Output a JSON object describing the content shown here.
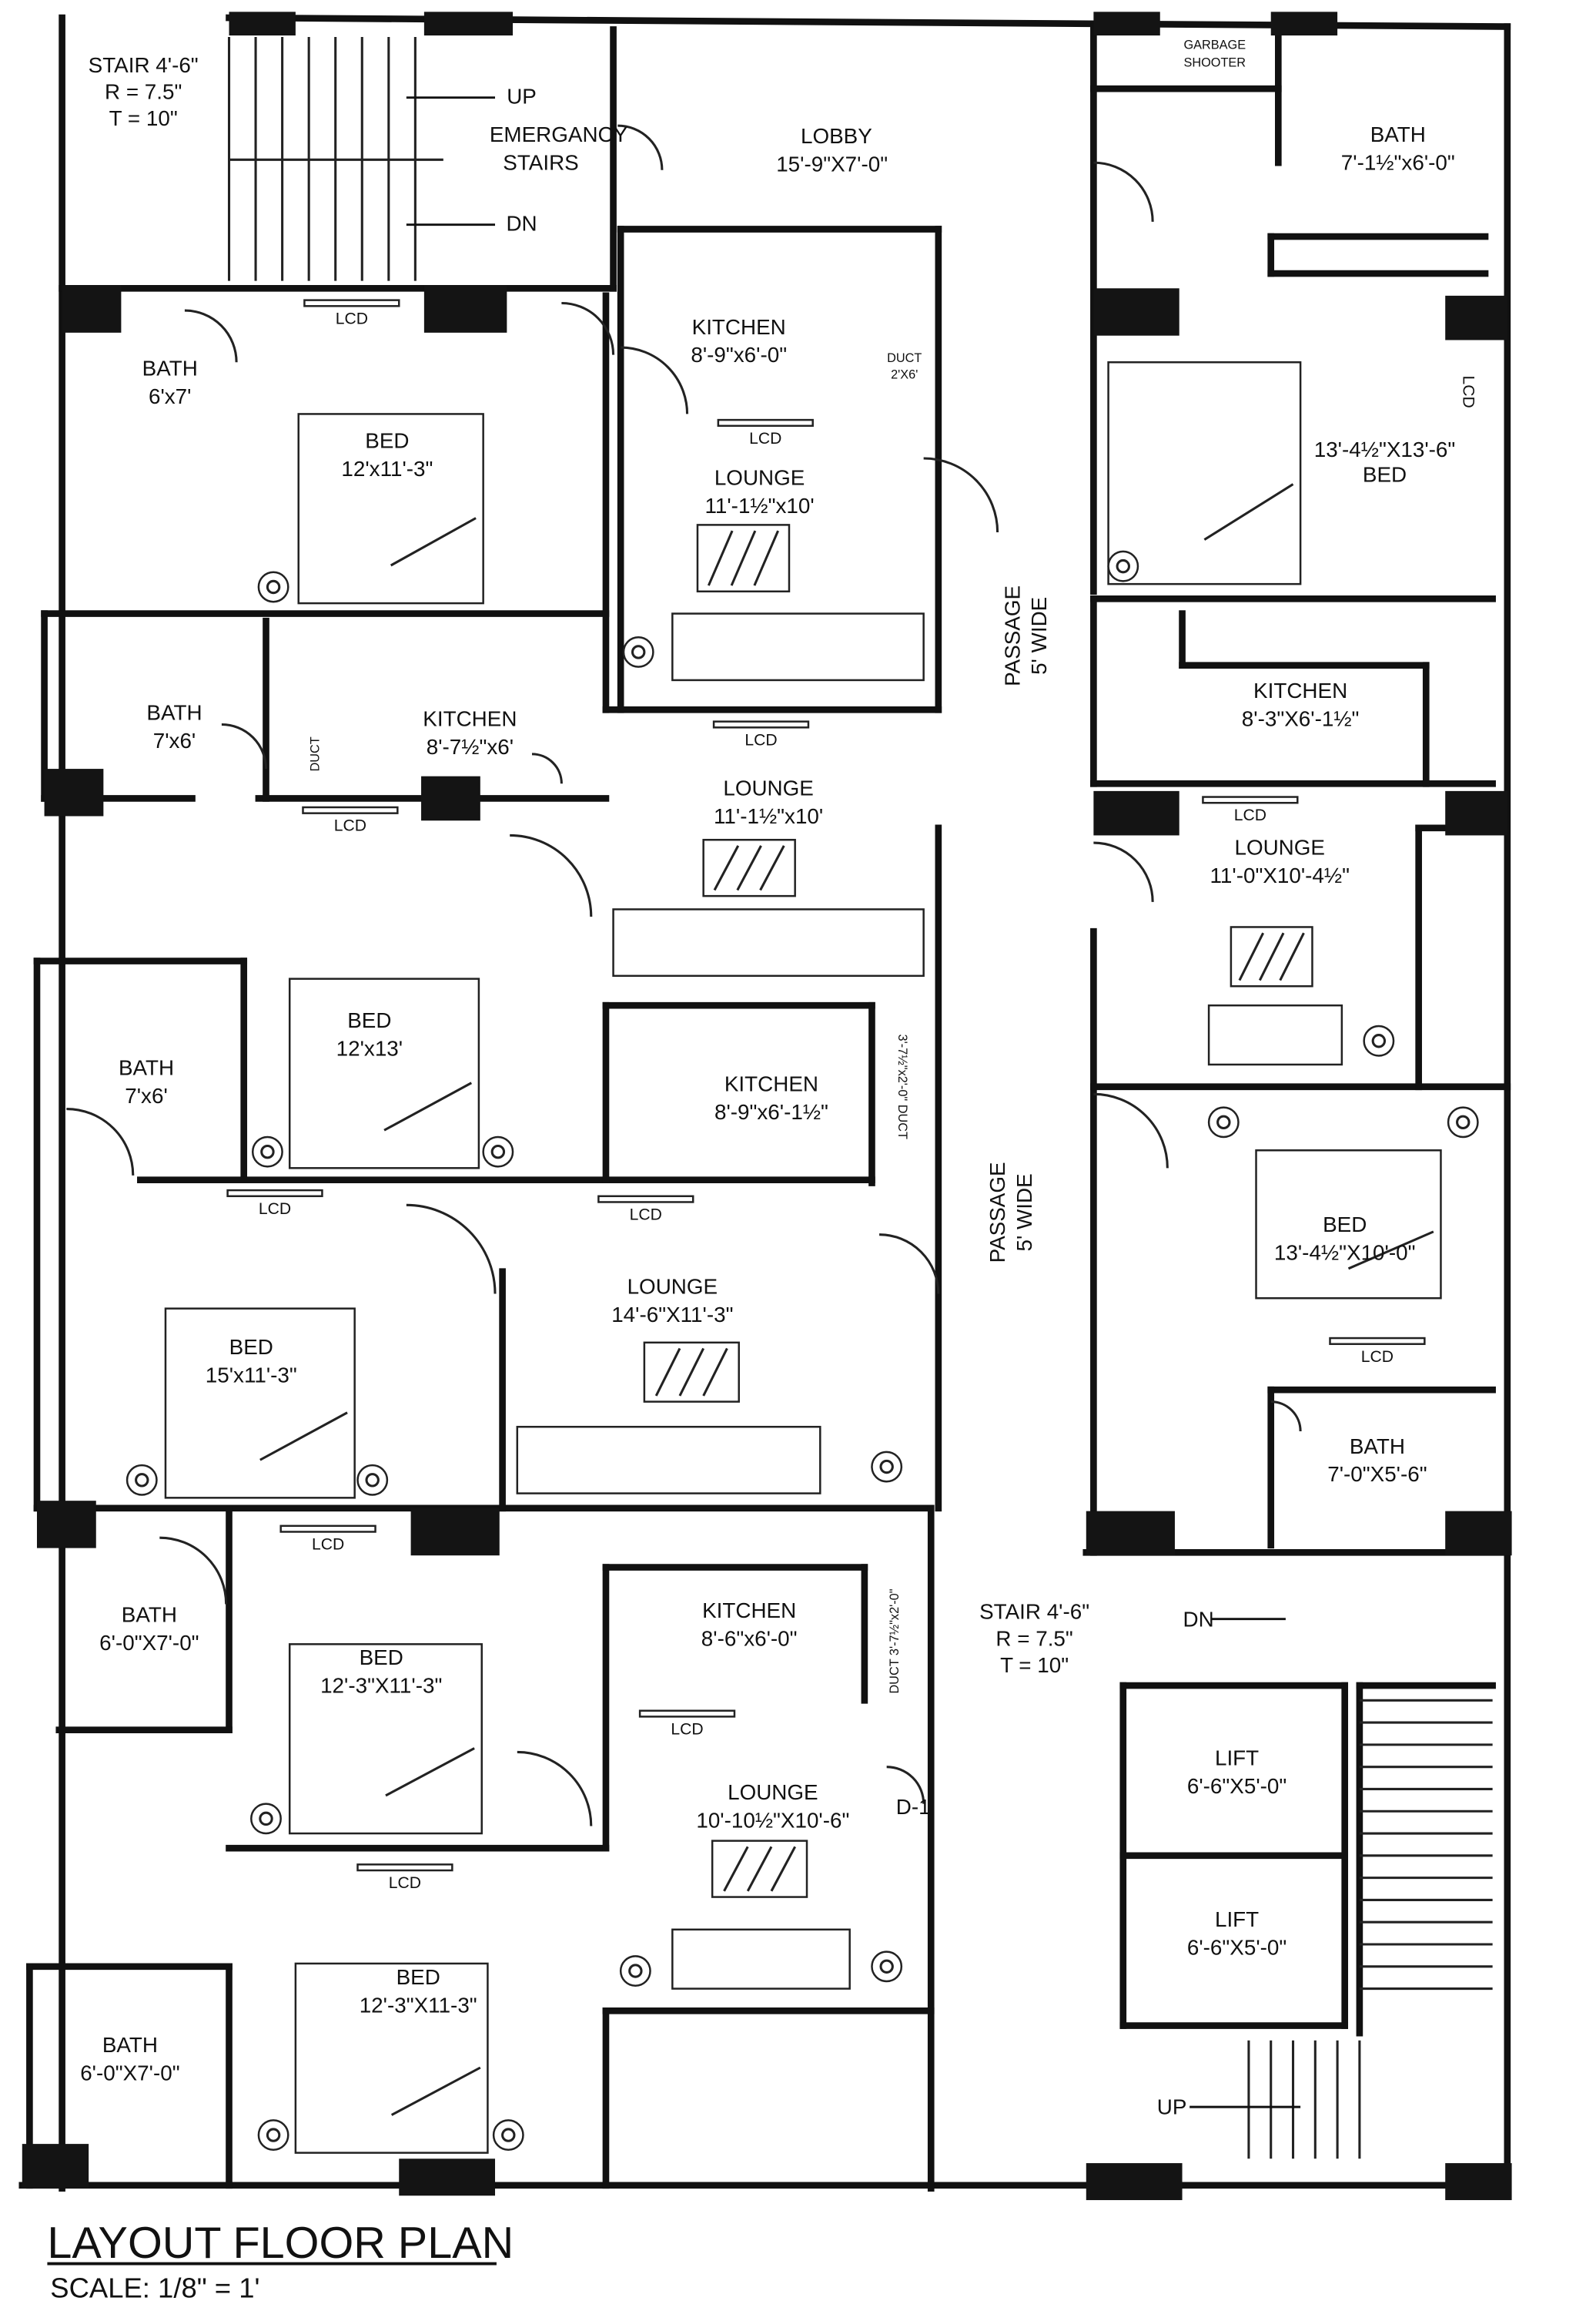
{
  "title": "LAYOUT FLOOR PLAN",
  "scale": "SCALE: 1/8\" = 1'",
  "emergency_stair": {
    "spec": [
      "STAIR 4'-6\"",
      "R = 7.5\"",
      "T = 10\""
    ],
    "up": "UP",
    "dn": "DN",
    "name": [
      "EMERGANCY",
      "STAIRS"
    ]
  },
  "lobby": {
    "name": "LOBBY",
    "size": "15'-9\"X7'-0\""
  },
  "garbage_shooter": [
    "GARBAGE",
    "SHOOTER"
  ],
  "rooms": [
    {
      "name": "BATH",
      "size": "6'x7'"
    },
    {
      "name": "BED",
      "size": "12'x11'-3\""
    },
    {
      "name": "KITCHEN",
      "size": "8'-9\"x6'-0\""
    },
    {
      "name": "LOUNGE",
      "size": "11'-1½\"x10'"
    },
    {
      "name": "BATH",
      "size": "7'x6'"
    },
    {
      "name": "KITCHEN",
      "size": "8'-7½\"x6'"
    },
    {
      "name": "LOUNGE",
      "size": "11'-1½\"x10'"
    },
    {
      "name": "BED",
      "size": "12'x13'"
    },
    {
      "name": "BATH",
      "size": "7'x6'"
    },
    {
      "name": "KITCHEN",
      "size": "8'-9\"x6'-1½\""
    },
    {
      "name": "LOUNGE",
      "size": "14'-6\"X11'-3\""
    },
    {
      "name": "BED",
      "size": "15'x11'-3\""
    },
    {
      "name": "BATH",
      "size": "6'-0\"X7'-0\""
    },
    {
      "name": "BED",
      "size": "12'-3\"X11'-3\""
    },
    {
      "name": "KITCHEN",
      "size": "8'-6\"x6'-0\""
    },
    {
      "name": "LOUNGE",
      "size": "10'-10½\"X10'-6\""
    },
    {
      "name": "BED",
      "size": "12'-3\"X11-3\""
    },
    {
      "name": "BATH",
      "size": "6'-0\"X7'-0\""
    },
    {
      "name": "BATH",
      "size": "7'-1½\"x6'-0\""
    },
    {
      "name": "BED",
      "size": "13'-4½\"X13'-6\""
    },
    {
      "name": "KITCHEN",
      "size": "8'-3\"X6'-1½\""
    },
    {
      "name": "LOUNGE",
      "size": "11'-0\"X10'-4½\""
    },
    {
      "name": "BED",
      "size": "13'-4½\"X10'-0\""
    },
    {
      "name": "BATH",
      "size": "7'-0\"X5'-6\""
    },
    {
      "name": "LIFT",
      "size": "6'-6\"X5'-0\""
    },
    {
      "name": "LIFT",
      "size": "6'-6\"X5'-0\""
    }
  ],
  "ducts": [
    "DUCT",
    "2'X6'",
    "DUCT",
    "3'-7½\"x2'-0\" DUCT",
    "DUCT 3'-7½\"x2'-0\""
  ],
  "passage": [
    "PASSAGE",
    "5' WIDE"
  ],
  "main_stair": {
    "spec": [
      "STAIR  4'-6\"",
      "R  =      7.5\"",
      "T  =       10\""
    ],
    "dn": "DN",
    "up": "UP"
  },
  "door_tag": "D-1",
  "lcd": "LCD"
}
